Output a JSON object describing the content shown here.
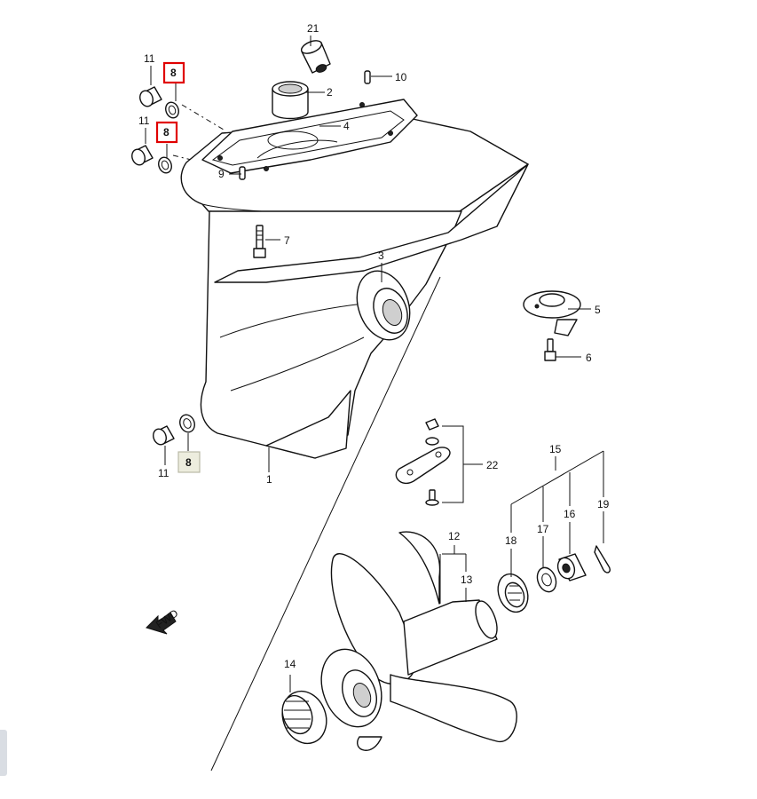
{
  "callouts": {
    "c1": "1",
    "c2": "2",
    "c3": "3",
    "c4": "4",
    "c5": "5",
    "c6": "6",
    "c7": "7",
    "c9": "9",
    "c10": "10",
    "c11a": "11",
    "c11b": "11",
    "c11c": "11",
    "c12": "12",
    "c13": "13",
    "c14": "14",
    "c15": "15",
    "c16": "16",
    "c17": "17",
    "c18": "18",
    "c19": "19",
    "c21": "21",
    "c22": "22"
  },
  "highlighted": {
    "top": "8",
    "middle": "8",
    "bottom": "8"
  },
  "fwd_label": "FWD",
  "colors": {
    "highlight_red": "#e00000",
    "highlight_grey_fill": "#ededde",
    "line": "#111111"
  }
}
